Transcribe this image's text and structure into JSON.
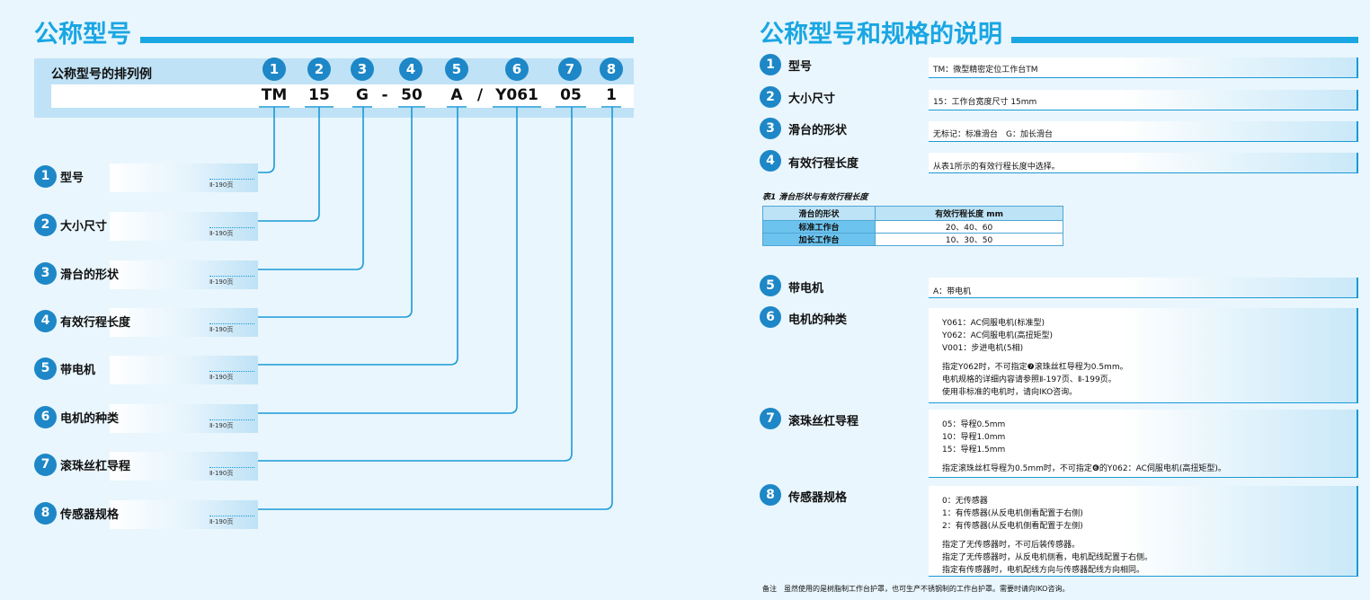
{
  "left": {
    "title": "公称型号",
    "band_title": "公称型号的排列例",
    "header_numbers": [
      "1",
      "2",
      "3",
      "4",
      "5",
      "6",
      "7",
      "8"
    ],
    "codes": [
      "TM",
      "15",
      "G",
      "-",
      "50",
      "A",
      "/",
      "Y061",
      "05",
      "1"
    ],
    "rows": [
      {
        "num": "1",
        "label": "型号",
        "page": "Ⅱ-190页"
      },
      {
        "num": "2",
        "label": "大小尺寸",
        "page": "Ⅱ-190页"
      },
      {
        "num": "3",
        "label": "滑台的形状",
        "page": "Ⅱ-190页"
      },
      {
        "num": "4",
        "label": "有效行程长度",
        "page": "Ⅱ-190页"
      },
      {
        "num": "5",
        "label": "带电机",
        "page": "Ⅱ-190页"
      },
      {
        "num": "6",
        "label": "电机的种类",
        "page": "Ⅱ-190页"
      },
      {
        "num": "7",
        "label": "滚珠丝杠导程",
        "page": "Ⅱ-190页"
      },
      {
        "num": "8",
        "label": "传感器规格",
        "page": "Ⅱ-190页"
      }
    ]
  },
  "right": {
    "title": "公称型号和规格的说明",
    "items": [
      {
        "num": "1",
        "label": "型号",
        "lines": [
          "TM：微型精密定位工作台TM"
        ]
      },
      {
        "num": "2",
        "label": "大小尺寸",
        "lines": [
          "15：工作台宽度尺寸 15mm"
        ]
      },
      {
        "num": "3",
        "label": "滑台的形状",
        "lines": [
          "无标记：标准滑台　G：加长滑台"
        ]
      },
      {
        "num": "4",
        "label": "有效行程长度",
        "lines": [
          "从表1所示的有效行程长度中选择。"
        ]
      },
      {
        "num": "5",
        "label": "带电机",
        "lines": [
          "A：带电机"
        ]
      },
      {
        "num": "6",
        "label": "电机的种类",
        "lines": [
          "Y061：AC伺服电机(标准型)",
          "Y062：AC伺服电机(高扭矩型)",
          "V001：步进电机(5相)",
          "指定Y062时，不可指定❼滚珠丝杠导程为0.5mm。",
          "电机规格的详细内容请参照Ⅱ-197页、Ⅱ-199页。",
          "使用非标准的电机时，请向IKO咨询。"
        ]
      },
      {
        "num": "7",
        "label": "滚珠丝杠导程",
        "lines": [
          "05：导程0.5mm",
          "10：导程1.0mm",
          "15：导程1.5mm",
          "指定滚珠丝杠导程为0.5mm时，不可指定❻的Y062：AC伺服电机(高扭矩型)。"
        ]
      },
      {
        "num": "8",
        "label": "传感器规格",
        "lines": [
          "0：无传感器",
          "1：有传感器(从反电机侧看配置于右侧)",
          "2：有传感器(从反电机侧看配置于左侧)",
          "指定了无传感器时，不可后装传感器。",
          "指定了无传感器时，从反电机侧看，电机配线配置于右侧。",
          "指定有传感器时，电机配线方向与传感器配线方向相同。"
        ]
      }
    ],
    "table": {
      "title": "表1 滑台形状与有效行程长度",
      "headers": [
        "滑台的形状",
        "有效行程长度 mm"
      ],
      "rows": [
        [
          "标准工作台",
          "20、40、60"
        ],
        [
          "加长工作台",
          "10、30、50"
        ]
      ]
    },
    "note": "备注　虽然使用的是树脂制工作台护罩，也可生产不锈钢制的工作台护罩。需要时请向IKO咨询。"
  },
  "colors": {
    "accent": "#19a6e3",
    "circle": "#1d87c7",
    "band": "#bfe2f6",
    "background": "#e9f6fd"
  }
}
